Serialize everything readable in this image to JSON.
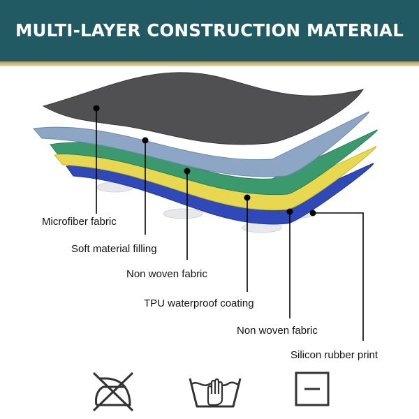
{
  "banner": {
    "title": "MULTI-LAYER CONSTRUCTION MATERIAL",
    "color": "#215a62",
    "accent": "#c9ab70"
  },
  "layers": [
    {
      "label": "Microfiber fabric",
      "color": "#505052"
    },
    {
      "label": "Soft material filling",
      "color": "#8ea6c5"
    },
    {
      "label": "Non woven fabric",
      "color": "#3a9a6e"
    },
    {
      "label": "TPU waterproof coating",
      "color": "#e8d84f"
    },
    {
      "label": "Non woven fabric",
      "color": "#2f49b8"
    },
    {
      "label": "Silicon rubber print",
      "color": "#e4e6ea"
    }
  ],
  "care_icons": [
    {
      "name": "do-not-iron-icon"
    },
    {
      "name": "hand-wash-icon"
    },
    {
      "name": "tumble-dry-icon"
    }
  ]
}
